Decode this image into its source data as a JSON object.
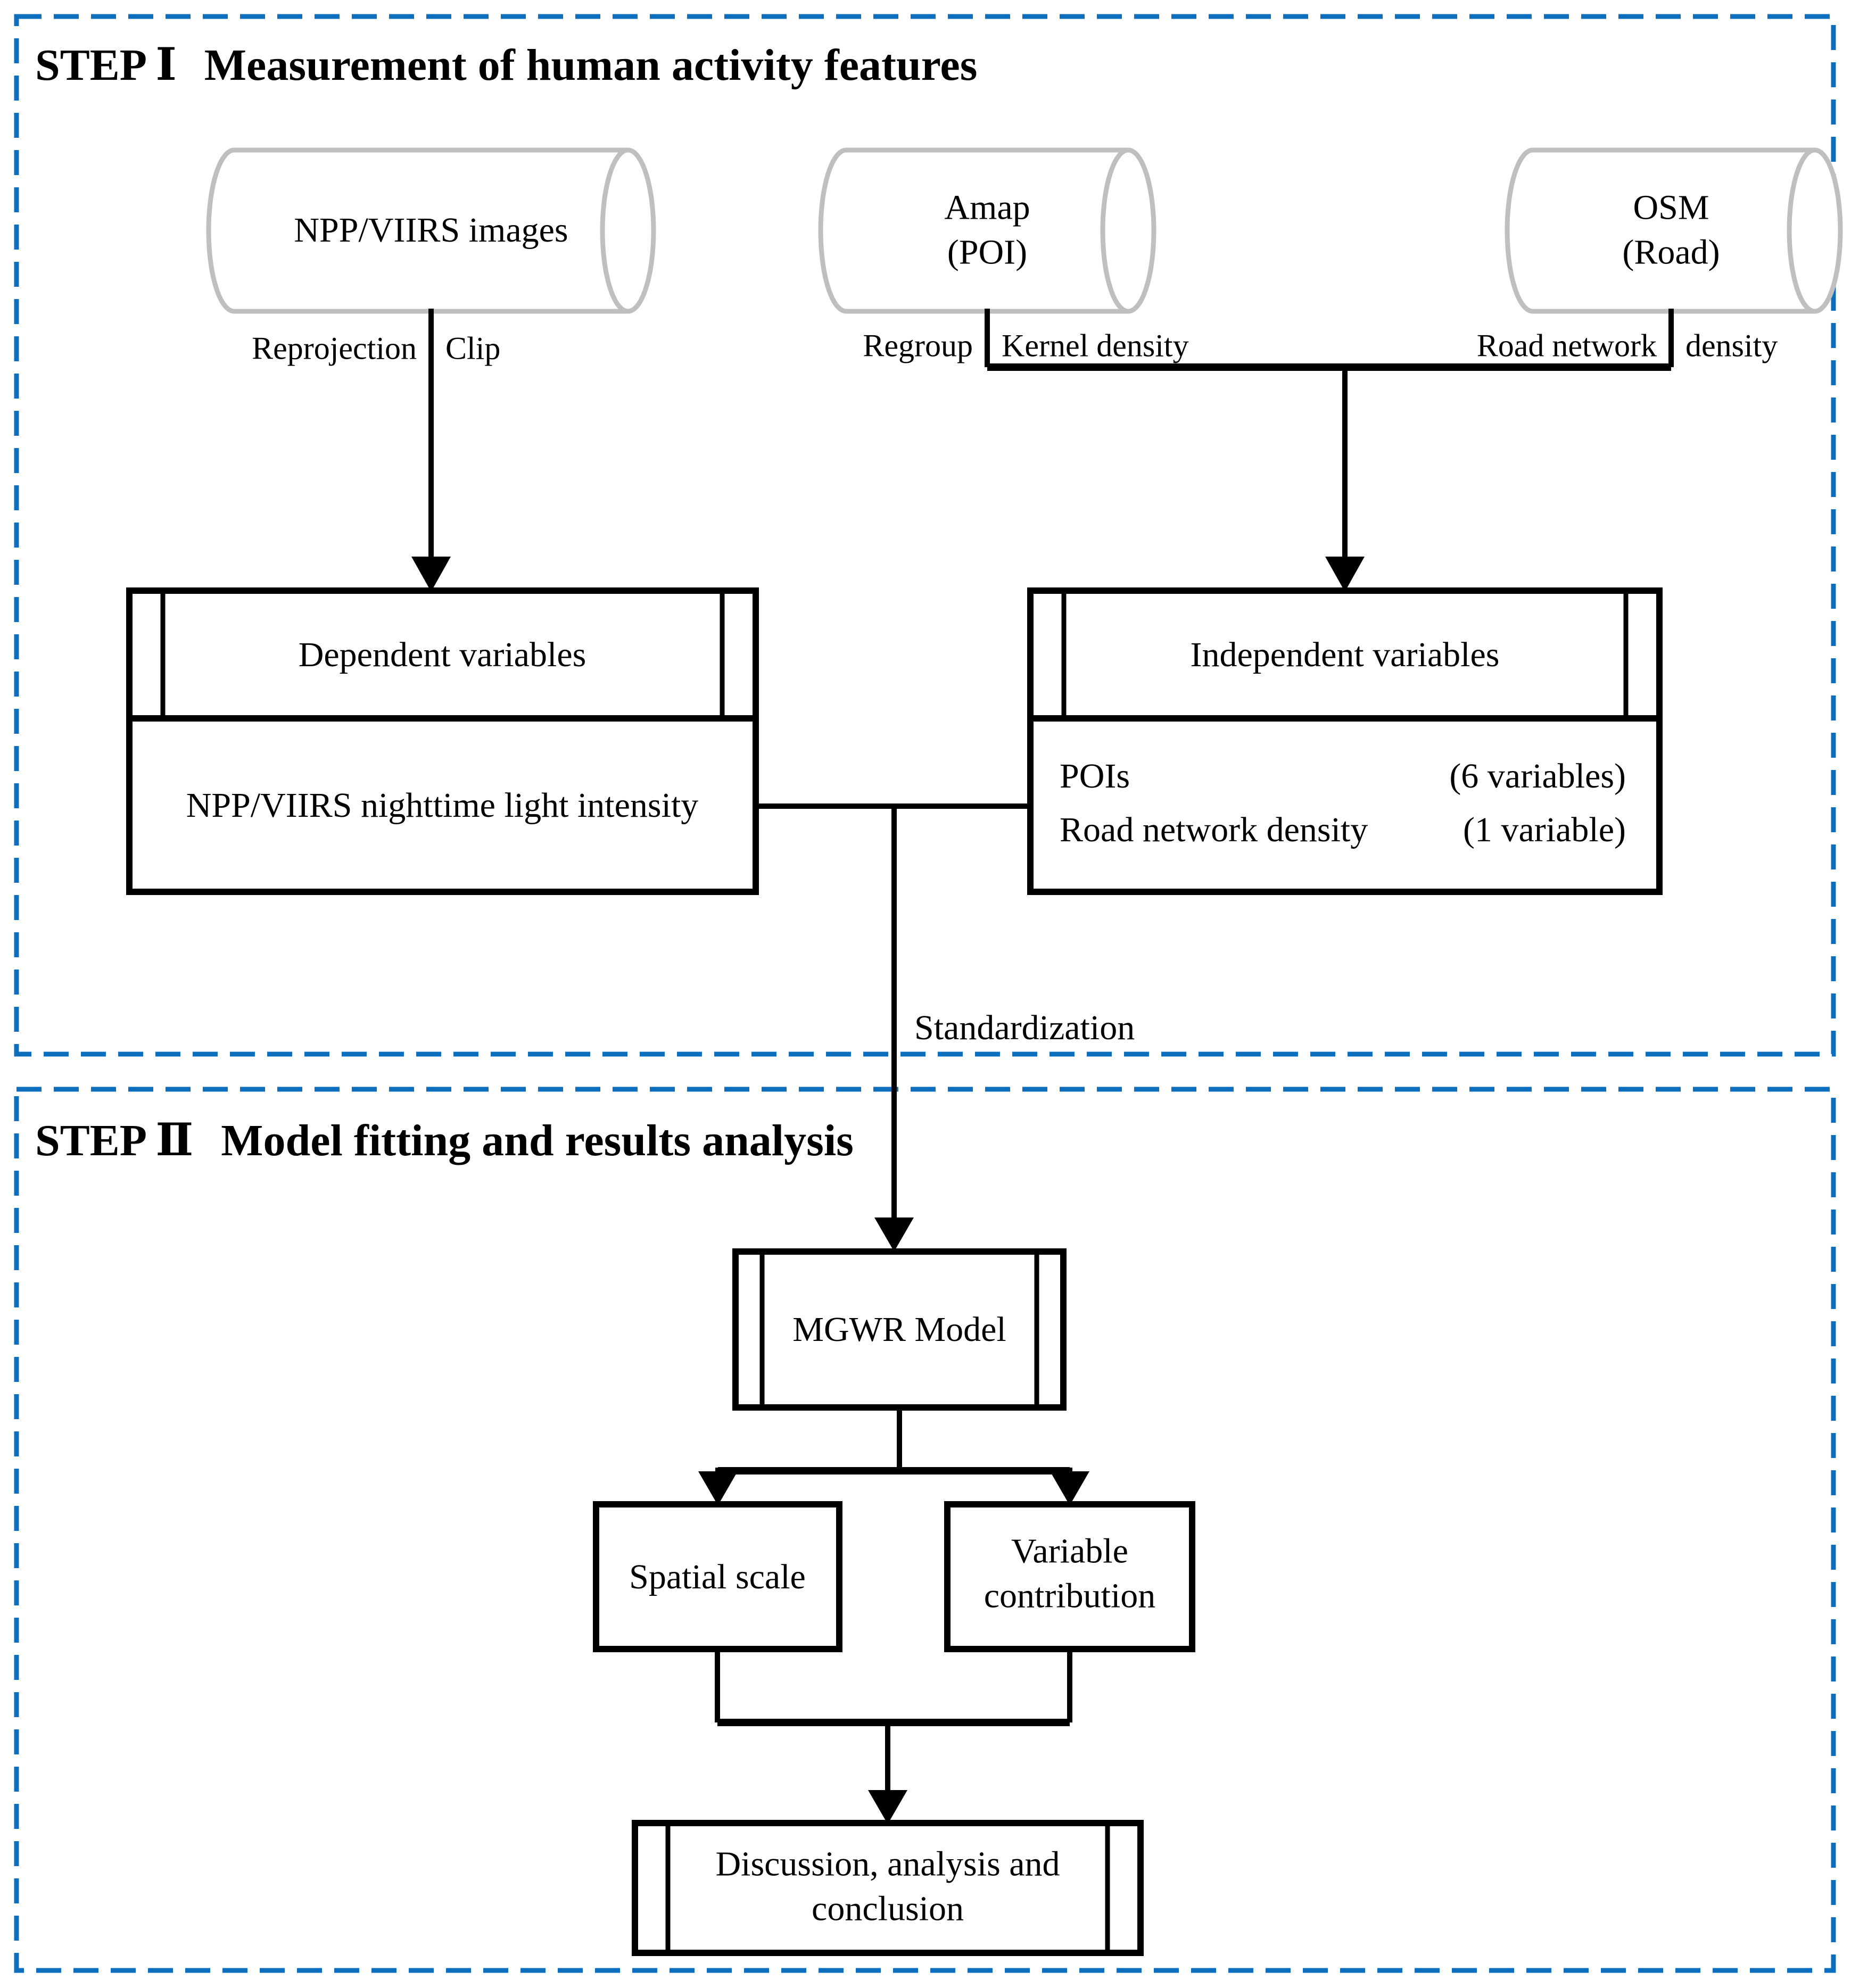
{
  "colors": {
    "accent_blue": "#0D6EBD",
    "cylinder_gray": "#BFBFBF",
    "line_black": "#000000"
  },
  "step1": {
    "title_step": "STEP Ⅰ",
    "title_rest": "Measurement of human activity features",
    "npp": {
      "label": "NPP/VIIRS images",
      "proc_left": "Reprojection",
      "proc_right": "Clip"
    },
    "amap": {
      "line1": "Amap",
      "line2": "(POI)",
      "proc_left": "Regroup",
      "proc_right": "Kernel density"
    },
    "osm": {
      "line1": "OSM",
      "line2": "(Road)",
      "proc_left": "Road network",
      "proc_right": "density"
    },
    "dependent": {
      "header": "Dependent variables",
      "body": "NPP/VIIRS nighttime light intensity"
    },
    "independent": {
      "header": "Independent variables",
      "rows": [
        {
          "name": "POIs",
          "count": "(6 variables)"
        },
        {
          "name": "Road network density",
          "count": "(1 variable)"
        }
      ]
    },
    "standardization": "Standardization"
  },
  "step2": {
    "title_step": "STEP Ⅱ",
    "title_rest": "Model fitting and results analysis",
    "mgwr": "MGWR Model",
    "spatial": "Spatial scale",
    "variable": {
      "line1": "Variable",
      "line2": "contribution"
    },
    "discussion": {
      "line1": "Discussion, analysis and",
      "line2": "conclusion"
    }
  }
}
